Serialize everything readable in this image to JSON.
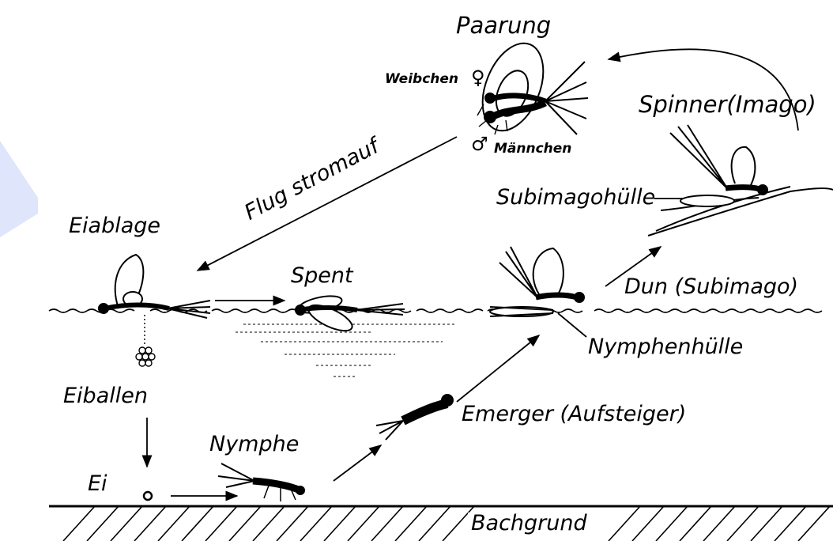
{
  "diagram": {
    "labels": {
      "paarung": "Paarung",
      "weibchen": "Weibchen",
      "maennchen": "Männchen",
      "spinner": "Spinner(Imago)",
      "flug": "Flug stromauf",
      "subimagohuelle": "Subimagohülle",
      "eiablage": "Eiablage",
      "spent": "Spent",
      "dun": "Dun (Subimago)",
      "nymphenhuelle": "Nymphenhülle",
      "eiballen": "Eiballen",
      "emerger": "Emerger (Aufsteiger)",
      "nymphe": "Nymphe",
      "ei": "Ei",
      "bachgrund": "Bachgrund"
    },
    "symbols": {
      "female": "♀",
      "male": "♂"
    },
    "colors": {
      "ink": "#000000",
      "background": "#ffffff",
      "accent_edge": "#dfe6fb"
    }
  }
}
